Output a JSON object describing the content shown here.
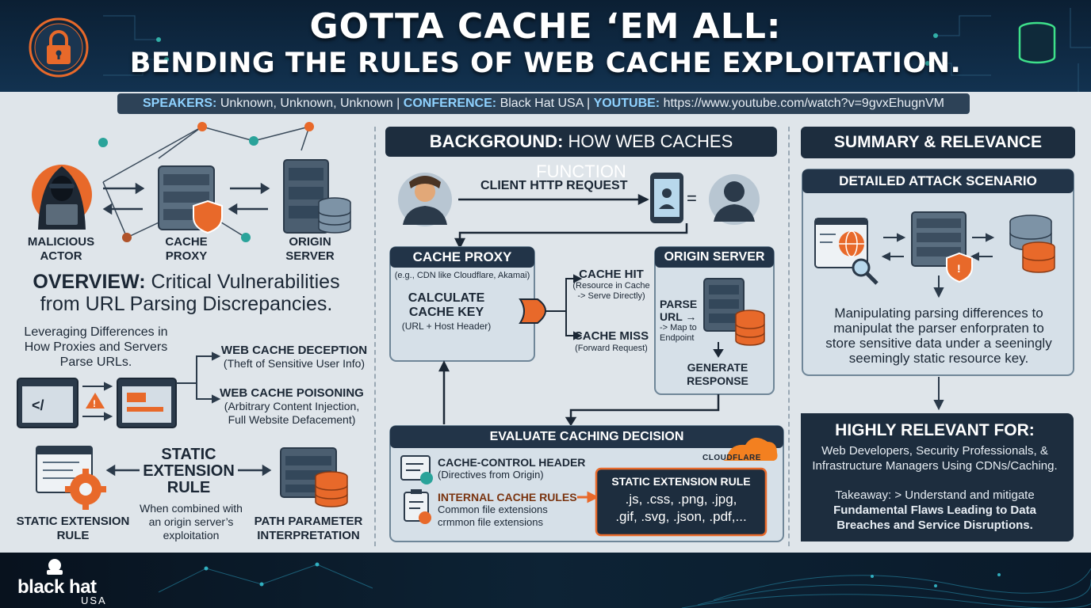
{
  "header": {
    "title_line1": "GOTTA CACHE ‘EM ALL:",
    "title_line2": "BENDING THE RULES OF WEB CACHE EXPLOITATION."
  },
  "subbar": {
    "speakers_label": "SPEAKERS:",
    "speakers_value": "Unknown, Unknown, Unknown",
    "conference_label": "CONFERENCE:",
    "conference_value": "Black Hat USA",
    "youtube_label": "YOUTUBE:",
    "youtube_value": "https://www.youtube.com/watch?v=9gvxEhugnVM",
    "separator": "|"
  },
  "left": {
    "actor_label_1": "MALICIOUS",
    "actor_label_2": "ACTOR",
    "proxy_label_1": "CACHE",
    "proxy_label_2": "PROXY",
    "origin_label_1": "ORIGIN",
    "origin_label_2": "SERVER",
    "overview_label": "OVERVIEW:",
    "overview_text_1": "Critical Vulnerabilities",
    "overview_text_2": "from URL Parsing Discrepancies.",
    "leverage_1": "Leveraging Differences in",
    "leverage_2": "How Proxies and Servers",
    "leverage_3": "Parse URLs.",
    "wcd_title": "WEB CACHE DECEPTION",
    "wcd_desc": "(Theft of Sensitive User Info)",
    "wcp_title": "WEB CACHE POISONING",
    "wcp_desc_1": "(Arbitrary Content Injection,",
    "wcp_desc_2": "Full Website Defacement)",
    "ser_mid_1": "STATIC",
    "ser_mid_2": "EXTENSION",
    "ser_mid_3": "RULE",
    "combined_1": "When combined with",
    "combined_2": "an origin server’s",
    "combined_3": "exploitation",
    "ser_left_1": "STATIC EXTENSION",
    "ser_left_2": "RULE",
    "ppi_1": "PATH PARAMETER",
    "ppi_2": "INTERPRETATION"
  },
  "middle": {
    "bg_label": "BACKGROUND:",
    "bg_text": "HOW WEB CACHES FUNCTION",
    "client_request": "CLIENT HTTP REQUEST",
    "cache_proxy_title": "CACHE PROXY",
    "cache_proxy_eg": "(e.g., CDN like Cloudflare, Akamai)",
    "calc_1": "CALCULATE",
    "calc_2": "CACHE KEY",
    "calc_3": "(URL + Host Header)",
    "cache_hit": "CACHE HIT",
    "cache_hit_1": "(Resource in Cache",
    "cache_hit_2": "-> Serve Directly)",
    "cache_miss": "CACHE MISS",
    "cache_miss_1": "(Forward Request)",
    "origin_title": "ORIGIN SERVER",
    "parse_1": "PARSE",
    "parse_2": "URL →",
    "parse_3": "-> Map to",
    "parse_4": "Endpoint",
    "gen_1": "GENERATE",
    "gen_2": "RESPONSE",
    "eval_title": "EVALUATE CACHING DECISION",
    "cloudflare": "CLOUDFLARE",
    "cc_header": "CACHE-CONTROL HEADER",
    "cc_desc": "(Directives from Origin)",
    "icr_title": "INTERNAL CACHE RULES",
    "icr_desc_1": "Common file extensions",
    "icr_desc_2": "crmmon file extensions",
    "ser_box_title": "STATIC EXTENSION RULE",
    "ser_ext_1": ".js,  .css,  .png,  .jpg,",
    "ser_ext_2": ".gif,  .svg,  .json,  .pdf,..."
  },
  "right": {
    "summary_title": "SUMMARY & RELEVANCE",
    "attack_title": "DETAILED ATTACK SCENARIO",
    "attack_text_1": "Manipulating parsing differences to",
    "attack_text_2": "manipulat the parser enforpraten to",
    "attack_text_3": "store sensitive data under a seeningly",
    "attack_text_4": "seemingly static resource key.",
    "relevant_title": "HIGHLY RELEVANT FOR:",
    "relevant_1": "Web Developers, Security Professionals, &",
    "relevant_2": "Infrastructure Managers Using CDNs/Caching.",
    "takeaway_1": "Takeaway: > Understand and mitigate",
    "takeaway_2": "Fundamental Flaws Leading to Data",
    "takeaway_3": "Breaches and Service Disruptions."
  },
  "footer": {
    "logo_text": "black hat",
    "logo_sub": "USA"
  },
  "colors": {
    "navy": "#1d2d3e",
    "accent_orange": "#e8692a",
    "accent_teal": "#2aa39a",
    "cloudflare_orange": "#f38020",
    "link_blue": "#8fd2ff"
  },
  "icons": [
    "lock-icon",
    "database-icon",
    "hacker-icon",
    "server-icon",
    "shield-icon",
    "user-icon",
    "phone-icon",
    "gear-icon",
    "globe-icon",
    "magnifier-icon",
    "warning-icon",
    "code-window-icon",
    "cloud-icon",
    "document-icon",
    "clipboard-icon"
  ]
}
